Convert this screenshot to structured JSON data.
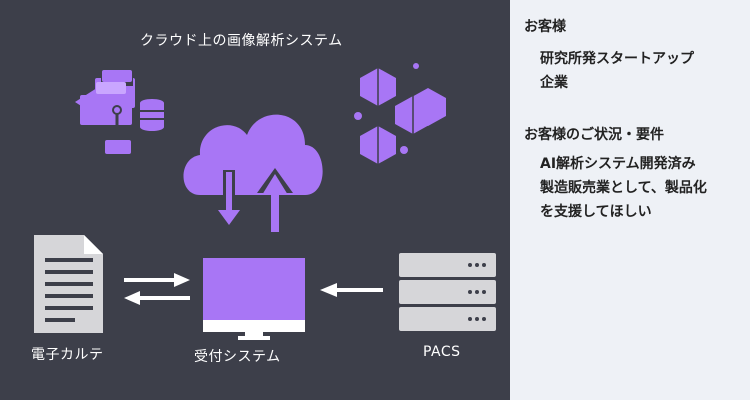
{
  "colors": {
    "background": "#3d3f4a",
    "purple": "#a876f5",
    "gray": "#d6d6d9",
    "white": "#ffffff",
    "panel": "#eef1f6"
  },
  "diagram": {
    "cloud_title": "クラウド上の画像解析システム",
    "emr_label": "電子カルテ",
    "reception_label": "受付システム",
    "pacs_label": "PACS"
  },
  "panel": {
    "customer_heading": "お客様",
    "customer_lines": [
      "研究所発スタートアップ",
      "企業"
    ],
    "status_heading": "お客様のご状況・要件",
    "status_lines": [
      "AI解析システム開発済み",
      "製造販売業として、製品化",
      "を支援してほしい"
    ]
  }
}
